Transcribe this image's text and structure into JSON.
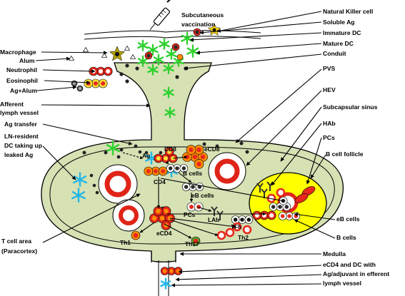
{
  "labels": {
    "subcutaneous": [
      "Subcutaneous",
      "vaccination"
    ],
    "nk_cell": "Natural Killer cell",
    "soluble_ag": "Soluble Ag",
    "immature_dc": "Immature DC",
    "mature_dc": "Mature DC",
    "conduit": "Conduit",
    "pvs": "PVS",
    "hev": "HEV",
    "subcapsular_sinus": "Subcapsular sinus",
    "hab": "HAb",
    "pcs_right": "PCs",
    "b_cell_follicle": "B cell follicle",
    "eb_cells_right": "eB cells",
    "b_cells_right": "B cells",
    "medulla": "Medulla",
    "efferent": [
      "eCD4 and DC with",
      "Ag/adjuvant in efferent",
      "lymph vessel"
    ],
    "macrophage": "Macrophage",
    "alum": "Alum",
    "neutrophil": "Neutrophil",
    "eosinophil": "Eosinophil",
    "ag_alum": "Ag+Alum",
    "afferent": [
      "Afferent",
      "lymph vessel"
    ],
    "ag_transfer": "Ag transfer",
    "ln_resident": [
      "LN-resident",
      "DC taking up",
      "leaked Ag"
    ],
    "t_cell_area": [
      "T cell area",
      "(Paracortex)"
    ]
  },
  "inner_labels": {
    "cd8": "CD8",
    "ecd8": "eCD8",
    "b_cells": "B cells",
    "cd4": "CD4",
    "eb_cells": "eB cells",
    "pcs": "PCs",
    "lab": "LAb",
    "tfh": "TFh",
    "th1": "Th1",
    "ecd4": "eCD4",
    "th17": "Th17",
    "th2": "Th2",
    "ag": "Ag"
  },
  "colors": {
    "node_fill": "#d6e1b4",
    "follicle": "#ffff00",
    "immature_dc": "#2fd12f",
    "resident_dc": "#26b8e6",
    "red_cell": "#e8281c",
    "orange_cell": "#ff8c00",
    "hev_ring": "#e02418"
  }
}
